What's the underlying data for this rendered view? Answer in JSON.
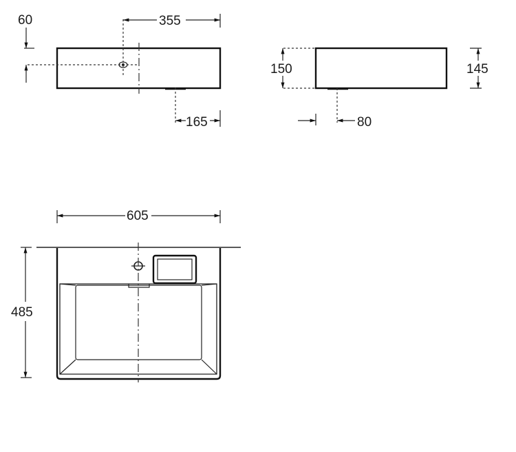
{
  "diagram": {
    "type": "technical-drawing",
    "subject": "wall-hung washbasin",
    "units": "mm",
    "views": {
      "front": {
        "dimensions": {
          "tap_hole_height": "60",
          "tap_hole_to_edge": "355",
          "waste_to_edge": "165"
        }
      },
      "side": {
        "dimensions": {
          "total_height": "150",
          "right_height": "145",
          "waste_offset": "80"
        }
      },
      "top": {
        "dimensions": {
          "width": "605",
          "depth": "485"
        }
      }
    },
    "colors": {
      "line": "#111111",
      "background": "#ffffff"
    }
  }
}
